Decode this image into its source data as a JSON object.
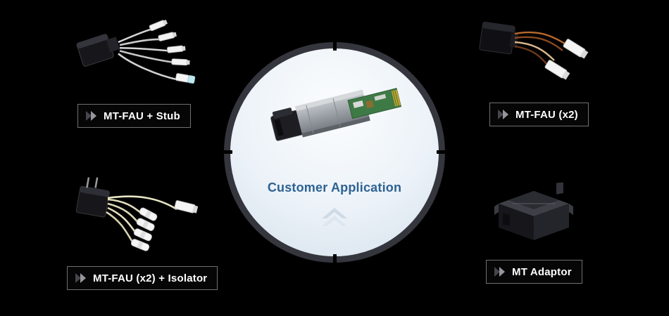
{
  "center": {
    "label": "Customer Application"
  },
  "items": [
    {
      "label": "MT-FAU + Stub"
    },
    {
      "label": "MT-FAU (x2)"
    },
    {
      "label": "MT-FAU (x2) + Isolator"
    },
    {
      "label": "MT Adaptor"
    }
  ],
  "colors": {
    "background": "#000000",
    "accent_blue": "#2d6293",
    "ring_gray": "#34353d",
    "label_border": "#707070",
    "label_text": "#ffffff"
  },
  "icons": {
    "label_marker": "chevron-right-icon",
    "center_arrow": "chevron-up-icon"
  }
}
